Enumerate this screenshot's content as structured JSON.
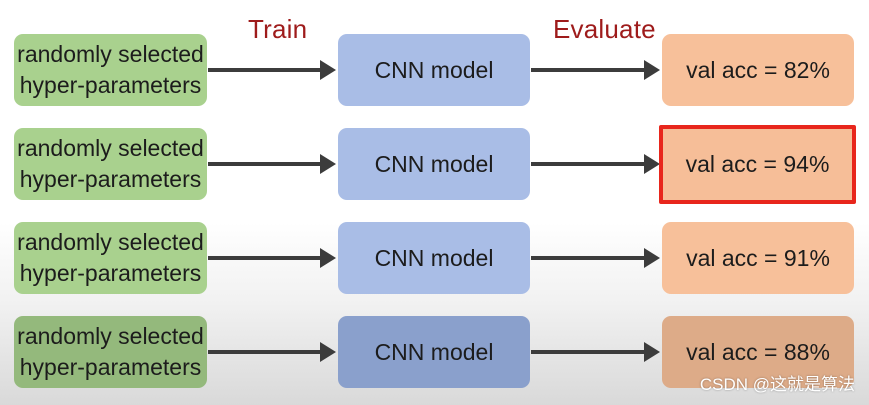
{
  "headers": {
    "train": "Train",
    "evaluate": "Evaluate"
  },
  "rows": [
    {
      "hp_line1": "randomly selected",
      "hp_line2": "hyper-parameters",
      "model": "CNN model",
      "result": "val acc = 82%",
      "highlighted": false
    },
    {
      "hp_line1": "randomly selected",
      "hp_line2": "hyper-parameters",
      "model": "CNN model",
      "result": "val acc = 94%",
      "highlighted": true
    },
    {
      "hp_line1": "randomly selected",
      "hp_line2": "hyper-parameters",
      "model": "CNN model",
      "result": "val acc = 91%",
      "highlighted": false
    },
    {
      "hp_line1": "randomly selected",
      "hp_line2": "hyper-parameters",
      "model": "CNN model",
      "result": "val acc = 88%",
      "highlighted": false
    }
  ],
  "watermark": "CSDN @这就是算法",
  "colors": {
    "header_text": "#9e1b1b",
    "hyperparam_box": "#a9d18e",
    "model_box": "#a9bde6",
    "result_box": "#f7c09a",
    "highlight_border": "#e8261c",
    "arrow": "#3c3c3c"
  }
}
